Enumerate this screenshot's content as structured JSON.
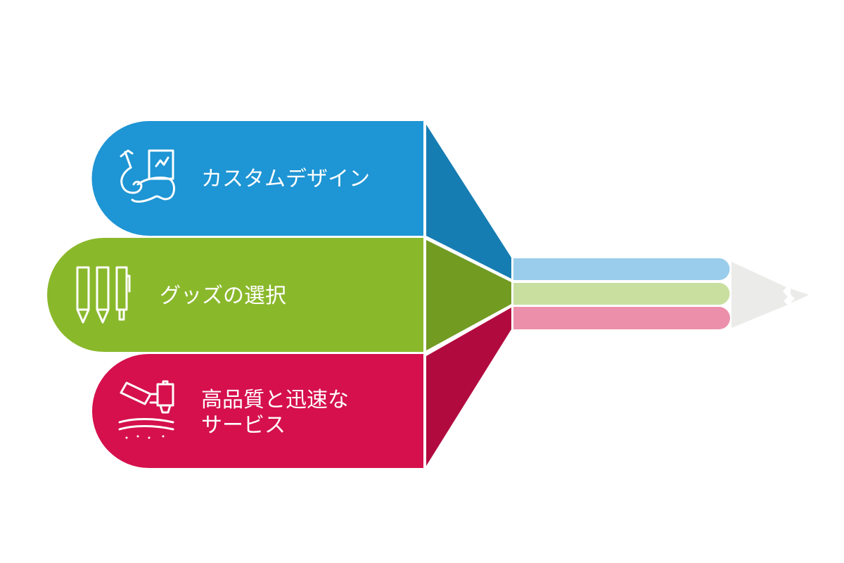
{
  "items": [
    {
      "label": "カスタムデザイン",
      "icon": "paintbrush-canvas-icon",
      "color": "#1e95d4",
      "dark": "#167db2",
      "light": "#9acdec"
    },
    {
      "label": "グッズの選択",
      "icon": "pens-icon",
      "color": "#8ab82b",
      "dark": "#729b22",
      "light": "#c9dfa0"
    },
    {
      "label_lines": [
        "高品質と迅速な",
        "サービス"
      ],
      "icon": "print-head-icon",
      "color": "#d5104d",
      "dark": "#b10a3e",
      "light": "#ec8fab"
    }
  ],
  "pencil_tip_color": "#ebebea"
}
